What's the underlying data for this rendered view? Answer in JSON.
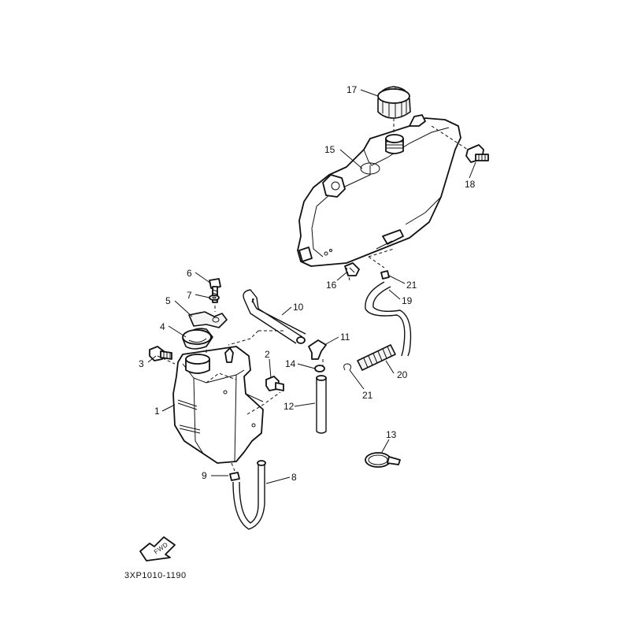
{
  "diagram": {
    "code": "3XP1010-1190",
    "fwd_label": "FWD",
    "callouts": [
      {
        "id": "c1",
        "label": "1"
      },
      {
        "id": "c2",
        "label": "2"
      },
      {
        "id": "c3",
        "label": "3"
      },
      {
        "id": "c4",
        "label": "4"
      },
      {
        "id": "c5",
        "label": "5"
      },
      {
        "id": "c6",
        "label": "6"
      },
      {
        "id": "c7",
        "label": "7"
      },
      {
        "id": "c8",
        "label": "8"
      },
      {
        "id": "c9",
        "label": "9"
      },
      {
        "id": "c10",
        "label": "10"
      },
      {
        "id": "c11",
        "label": "11"
      },
      {
        "id": "c12",
        "label": "12"
      },
      {
        "id": "c13",
        "label": "13"
      },
      {
        "id": "c14",
        "label": "14"
      },
      {
        "id": "c15",
        "label": "15"
      },
      {
        "id": "c16",
        "label": "16"
      },
      {
        "id": "c17",
        "label": "17"
      },
      {
        "id": "c18",
        "label": "18"
      },
      {
        "id": "c19",
        "label": "19"
      },
      {
        "id": "c20",
        "label": "20"
      },
      {
        "id": "c21a",
        "label": "21"
      },
      {
        "id": "c21b",
        "label": "21"
      }
    ]
  }
}
